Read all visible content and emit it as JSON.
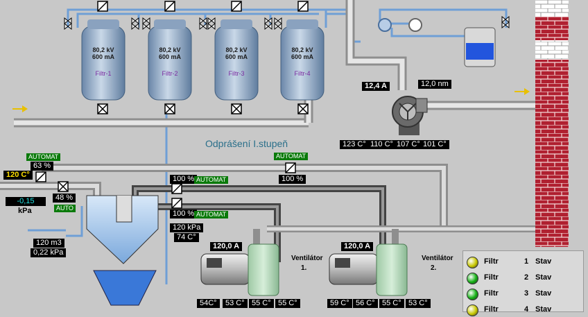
{
  "title": "Odprášení I.stupeň",
  "filters": [
    {
      "kv": "80,2 kV",
      "ma": "600 mA",
      "name": "Filtr-1"
    },
    {
      "kv": "80,2 kV",
      "ma": "600 mA",
      "name": "Filtr-2"
    },
    {
      "kv": "80,2 kV",
      "ma": "600 mA",
      "name": "Filtr-3"
    },
    {
      "kv": "80,2 kV",
      "ma": "600 mA",
      "name": "Filtr-4"
    }
  ],
  "fan_main": {
    "current": "12,4 A",
    "speed": "12,0 nm",
    "temps": [
      "123 C°",
      "110 C°",
      "107 C°",
      "101 C°"
    ]
  },
  "left": {
    "automat_label": "AUTOMAT",
    "percent_top": "63 %",
    "temp": "120 C°",
    "damper_pct": "48 %",
    "auto": "AUTO",
    "pressure": "-0,15",
    "pressure_unit": "kPa",
    "flow": "120 m3",
    "flow_pressure": "0,22 kPa"
  },
  "mid": {
    "automat_right": "AUTOMAT",
    "pct_right": "100 %",
    "pct1": "100 %",
    "automat1": "AUTOMAT",
    "pct2": "100 %",
    "automat2": "AUTOMAT",
    "kpa": "120 kPa",
    "temp": "74 C°"
  },
  "ventilators": [
    {
      "current": "120,0 A",
      "label1": "Ventilátor",
      "label2": "1.",
      "temps": [
        "54C°",
        "53 C°",
        "55 C°",
        "55 C°"
      ]
    },
    {
      "current": "120,0 A",
      "label1": "Ventilátor",
      "label2": "2.",
      "temps": [
        "59 C°",
        "56 C°",
        "55 C°",
        "53 C°"
      ]
    }
  ],
  "status": [
    {
      "label": "Filtr",
      "num": "1",
      "stav": "Stav",
      "color": "#c8c800"
    },
    {
      "label": "Filtr",
      "num": "2",
      "stav": "Stav",
      "color": "#12b012"
    },
    {
      "label": "Filtr",
      "num": "3",
      "stav": "Stav",
      "color": "#12b012"
    },
    {
      "label": "Filtr",
      "num": "4",
      "stav": "Stav",
      "color": "#c8c800"
    }
  ]
}
